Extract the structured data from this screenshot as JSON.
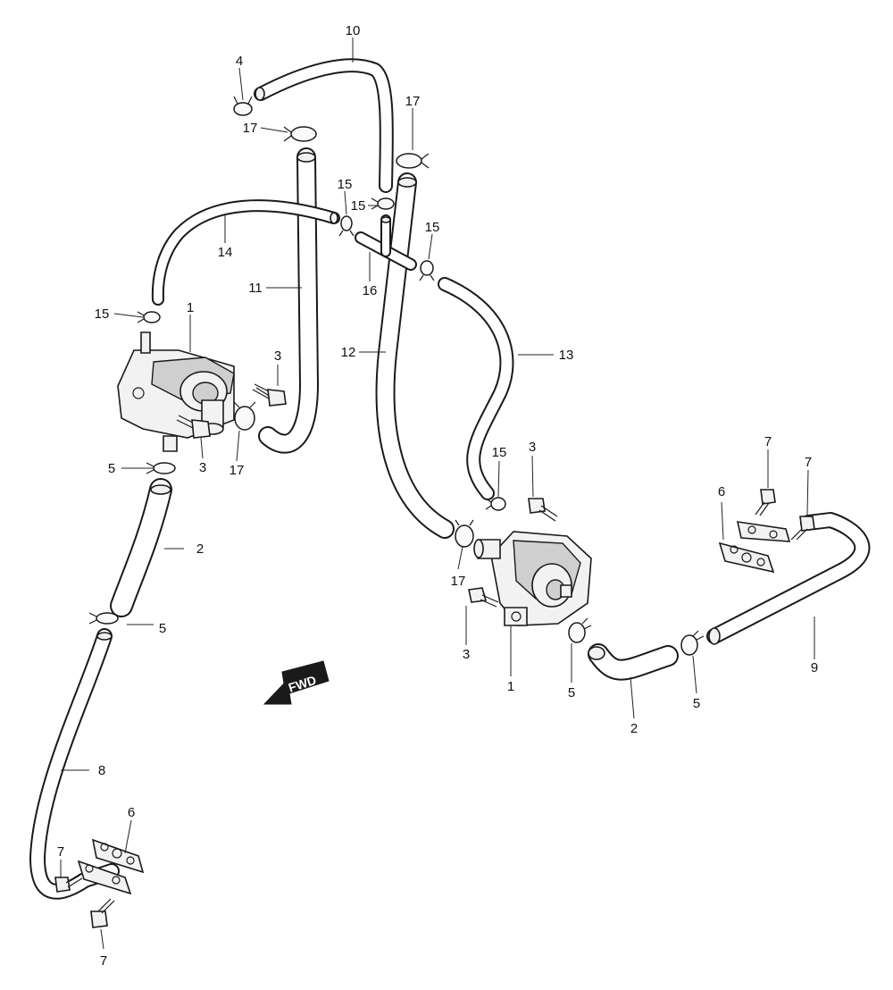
{
  "diagram": {
    "fwd_label": "FWD",
    "callouts": [
      {
        "id": "c10",
        "text": "10"
      },
      {
        "id": "c4",
        "text": "4"
      },
      {
        "id": "c17a",
        "text": "17"
      },
      {
        "id": "c17b",
        "text": "17"
      },
      {
        "id": "c15a",
        "text": "15"
      },
      {
        "id": "c15b",
        "text": "15"
      },
      {
        "id": "c15c",
        "text": "15"
      },
      {
        "id": "c14",
        "text": "14"
      },
      {
        "id": "c11",
        "text": "11"
      },
      {
        "id": "c16",
        "text": "16"
      },
      {
        "id": "c15d",
        "text": "15"
      },
      {
        "id": "c1a",
        "text": "1"
      },
      {
        "id": "c3a",
        "text": "3"
      },
      {
        "id": "c12",
        "text": "12"
      },
      {
        "id": "c13",
        "text": "13"
      },
      {
        "id": "c5a",
        "text": "5"
      },
      {
        "id": "c3b",
        "text": "3"
      },
      {
        "id": "c17c",
        "text": "17"
      },
      {
        "id": "c15e",
        "text": "15"
      },
      {
        "id": "c3c",
        "text": "3"
      },
      {
        "id": "c7a",
        "text": "7"
      },
      {
        "id": "c7b",
        "text": "7"
      },
      {
        "id": "c6a",
        "text": "6"
      },
      {
        "id": "c2a",
        "text": "2"
      },
      {
        "id": "c17d",
        "text": "17"
      },
      {
        "id": "c5b",
        "text": "5"
      },
      {
        "id": "c3d",
        "text": "3"
      },
      {
        "id": "c1b",
        "text": "1"
      },
      {
        "id": "c5c",
        "text": "5"
      },
      {
        "id": "c5d",
        "text": "5"
      },
      {
        "id": "c9",
        "text": "9"
      },
      {
        "id": "c2b",
        "text": "2"
      },
      {
        "id": "c8",
        "text": "8"
      },
      {
        "id": "c6b",
        "text": "6"
      },
      {
        "id": "c7c",
        "text": "7"
      },
      {
        "id": "c7d",
        "text": "7"
      }
    ]
  }
}
